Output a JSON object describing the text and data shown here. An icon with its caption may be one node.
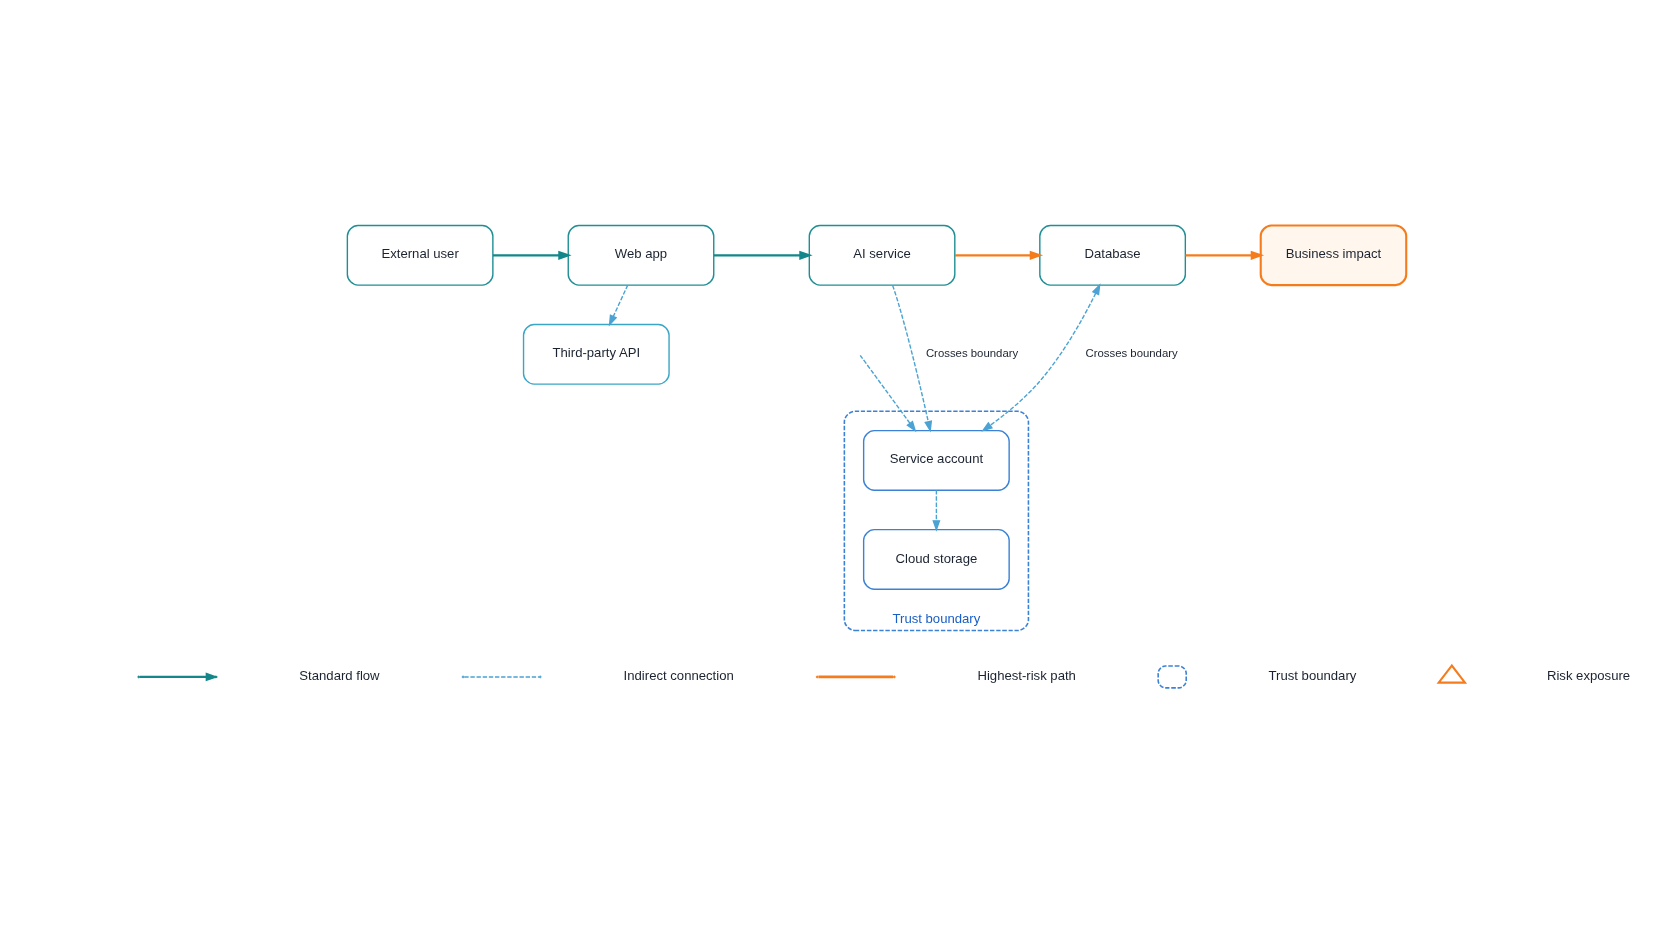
{
  "diagram": {
    "nodes": [
      {
        "text": [
          "External user"
        ]
      },
      {
        "text": [
          "Web app"
        ]
      },
      {
        "text": [
          "AI service"
        ]
      },
      {
        "text": [
          "Database"
        ]
      },
      {
        "text": [
          "Business impact"
        ]
      },
      {
        "text": [
          "Third-party API"
        ]
      },
      {
        "text": [
          "Trust boundary"
        ]
      },
      {
        "text": [
          "Service account"
        ],
        "in": 6
      },
      {
        "text": [
          "Cloud storage"
        ],
        "in": 6
      }
    ],
    "edges": [
      {
        "from": 0,
        "to": 1,
        "arrow": "to",
        "color": "#13878a"
      },
      {
        "from": 1,
        "to": 2,
        "arrow": "to",
        "color": "#13878a"
      },
      {
        "from": 2,
        "to": 3,
        "arrow": "to",
        "color": "#f57c1c"
      },
      {
        "from": 3,
        "to": 4,
        "arrow": "to",
        "color": "#f57c1c"
      },
      {
        "from": 1,
        "to": 5,
        "arrow": "to",
        "style": "dashed"
      },
      {
        "from": 2,
        "to": 7,
        "arrow": "to",
        "style": "dashed",
        "label": "Crosses boundary"
      },
      {
        "from": null,
        "to": 7,
        "arrow": "to",
        "style": "dashed"
      },
      {
        "from": 3,
        "to": 7,
        "arrow": "both",
        "style": "dashed",
        "label": "Crosses boundary"
      },
      {
        "from": 7,
        "to": 8,
        "arrow": "to",
        "style": "dashed"
      }
    ],
    "legend": [
      {
        "text": "Standard flow"
      },
      {
        "text": "Indirect connection"
      },
      {
        "text": "Highest-risk path"
      },
      {
        "text": "Trust boundary"
      },
      {
        "text": "Risk exposure"
      }
    ]
  }
}
